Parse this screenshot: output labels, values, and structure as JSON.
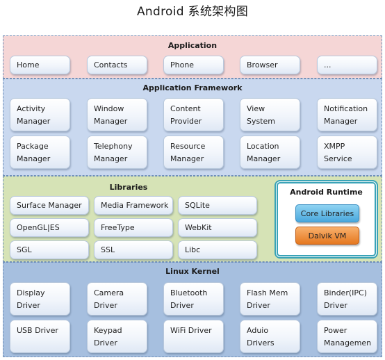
{
  "title": "Android  系统架构图",
  "application": {
    "label": "Application",
    "items": [
      "Home",
      "Contacts",
      "Phone",
      "Browser",
      "..."
    ]
  },
  "framework": {
    "label": "Application Framework",
    "row1": [
      "Activity\nManager",
      "Window\nManager",
      "Content\nProvider",
      "View\nSystem",
      "Notification\nManager"
    ],
    "row2": [
      "Package\nManager",
      "Telephony\nManager",
      "Resource\nManager",
      "Location\nManager",
      "XMPP\nService"
    ]
  },
  "libraries": {
    "label": "Libraries",
    "row1": [
      "Surface Manager",
      "Media Framework",
      "SQLite"
    ],
    "row2": [
      "OpenGL|ES",
      "FreeType",
      "WebKit"
    ],
    "row3": [
      "SGL",
      "SSL",
      "Libc"
    ]
  },
  "runtime": {
    "label": "Android Runtime",
    "core": "Core Libraries",
    "dalvik": "Dalvik VM",
    "colors": {
      "border": "#3aa3b7",
      "core": "#5fb6e4",
      "dalvik": "#ee8c35"
    }
  },
  "kernel": {
    "label": "Linux Kernel",
    "row1": [
      "Display\nDriver",
      "Camera\nDriver",
      "Bluetooth\nDriver",
      "Flash Mem\nDriver",
      "Binder(IPC)\nDriver"
    ],
    "row2": [
      "USB Driver",
      "Keypad\nDriver",
      "WiFi Driver",
      "Aduio\nDrivers",
      "Power\nManagemen"
    ]
  },
  "colors": {
    "application_bg": "#f5d6d6",
    "framework_bg": "#c9d8ef",
    "libraries_bg": "#d6e3b6",
    "kernel_bg": "#a6bfdf"
  }
}
